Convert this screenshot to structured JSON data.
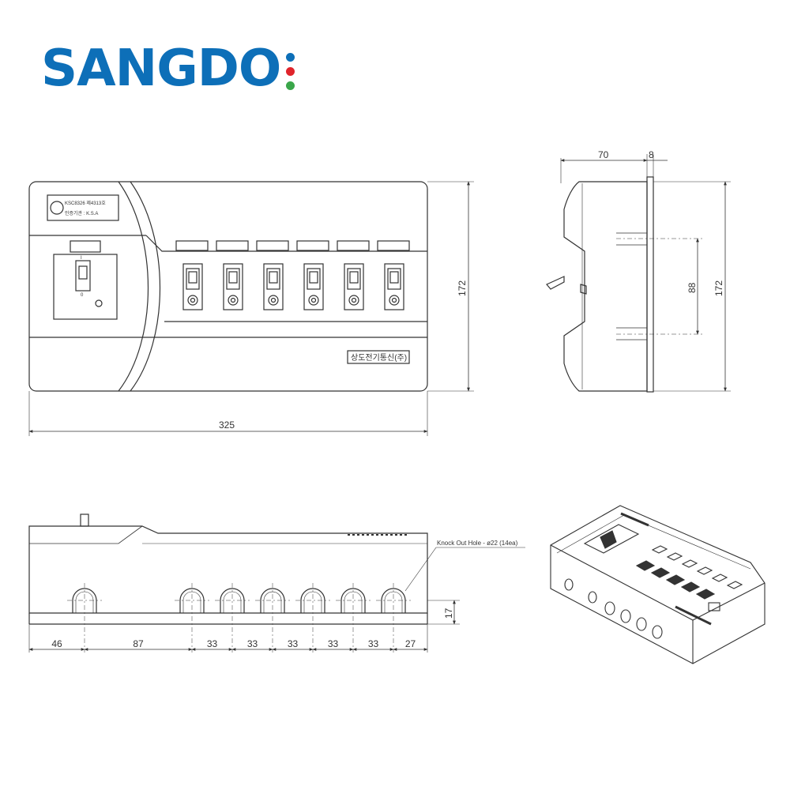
{
  "logo": {
    "text": "SANGDO",
    "color": "#0d6fb8",
    "dot_colors": [
      "#0d6fb8",
      "#e0242b",
      "#3aa64a"
    ]
  },
  "front_view": {
    "label_plate": {
      "line1": "KSC8326 제4313호",
      "line2": "인증기관 : K.S.A"
    },
    "breaker_positions": [
      "I",
      "0"
    ],
    "maker_plate": "상도전기통신(주)",
    "dim_width": "325",
    "dim_height": "172"
  },
  "side_view": {
    "dim_depth": "70",
    "dim_flange": "8",
    "dim_hole_spacing": "88",
    "dim_height": "172"
  },
  "bottom_view": {
    "callout": "Knock Out Hole - ø22 (14ea)",
    "dim_height": "17",
    "dims": [
      "46",
      "87",
      "33",
      "33",
      "33",
      "33",
      "33",
      "27"
    ]
  },
  "colors": {
    "line": "#333333",
    "light": "#777777"
  }
}
